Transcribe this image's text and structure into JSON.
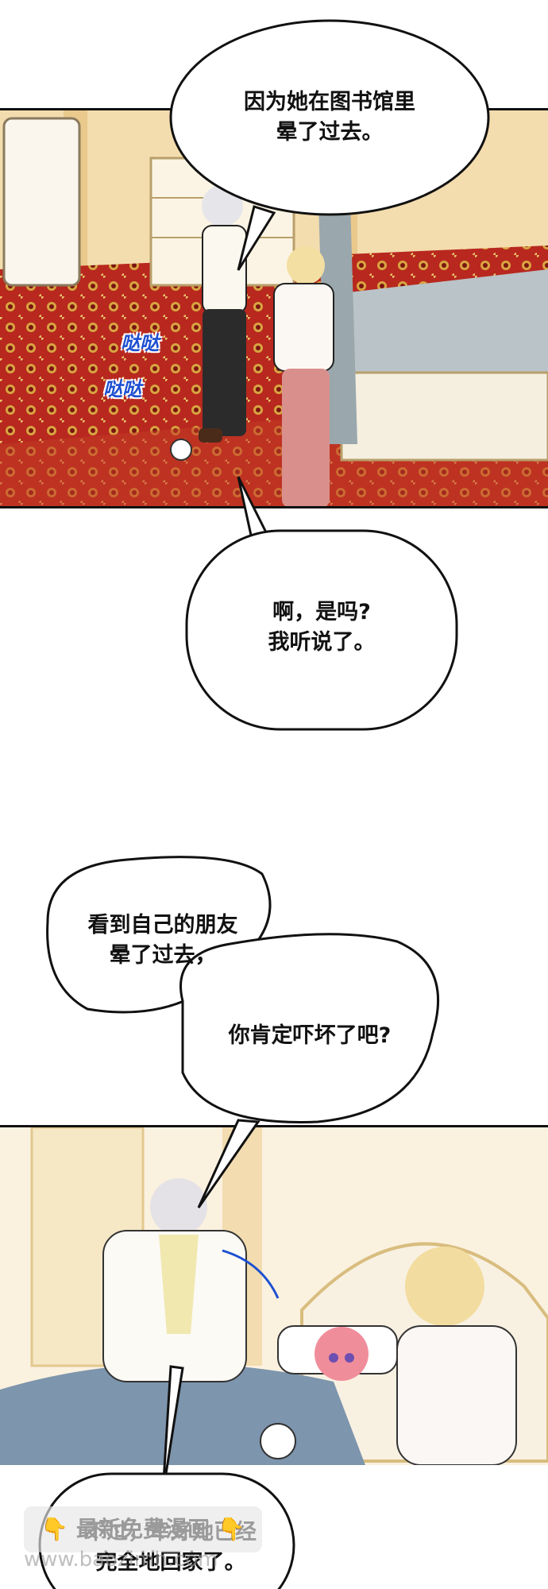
{
  "bubbles": {
    "b1": "因为她在图书馆里\n晕了过去。",
    "b2": "啊，是吗?\n我听说了。",
    "b3a": "看到自己的朋友\n晕了过去，",
    "b3b": "你肯定吓坏了吧?",
    "b4": "不过，幸好她已经\n完全地回家了。"
  },
  "sfx": {
    "s1": "哒哒",
    "s2": "哒哒"
  },
  "watermark": {
    "label": "最新免费漫画",
    "url": "www.baozimh.com"
  },
  "colors": {
    "carpet": "#b8281e",
    "wall": "#f3dcae",
    "sfx": "#1d4fd1"
  }
}
